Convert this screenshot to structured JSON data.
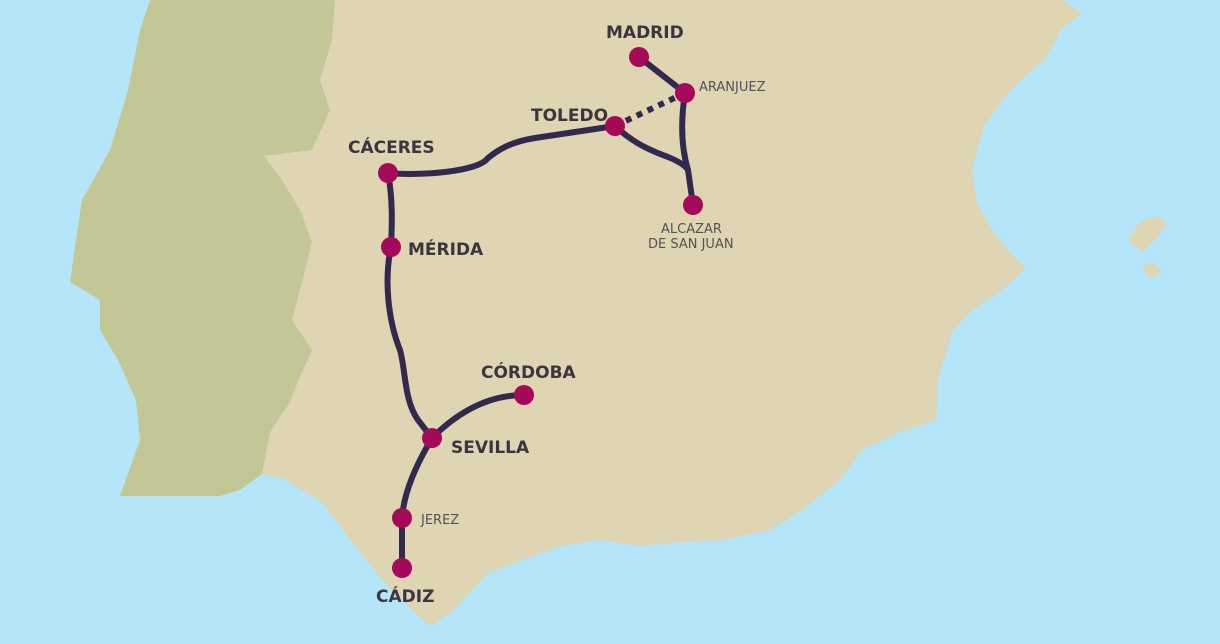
{
  "map": {
    "colors": {
      "sea": "#b5e5f8",
      "spain": "#dfd5b2",
      "portugal": "#c3c796",
      "route": "#322a4e",
      "station": "#a5095a"
    },
    "stations": {
      "madrid": "MADRID",
      "aranjuez": "ARANJUEZ",
      "toledo": "TOLEDO",
      "alcazar_line1": "ALCAZAR",
      "alcazar_line2": "DE SAN JUAN",
      "caceres": "CÁCERES",
      "merida": "MÉRIDA",
      "cordoba": "CÓRDOBA",
      "sevilla": "SEVILLA",
      "jerez": "JEREZ",
      "cadiz": "CÁDIZ"
    }
  }
}
